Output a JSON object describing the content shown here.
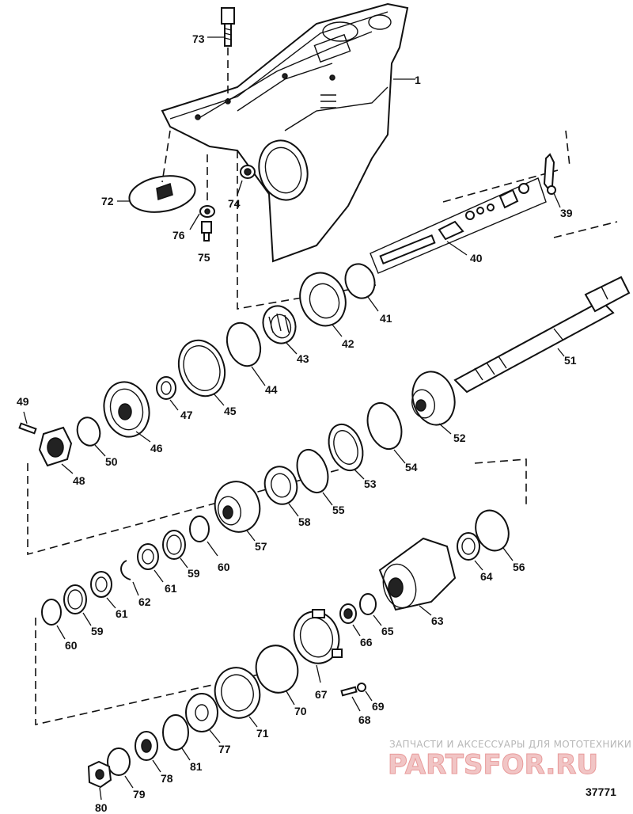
{
  "callouts": {
    "c1": "1",
    "c73": "73",
    "c72": "72",
    "c74": "74",
    "c76": "76",
    "c75": "75",
    "c39": "39",
    "c40": "40",
    "c41": "41",
    "c42": "42",
    "c43": "43",
    "c44": "44",
    "c45": "45",
    "c47": "47",
    "c46": "46",
    "c49": "49",
    "c50": "50",
    "c48": "48",
    "c51": "51",
    "c52": "52",
    "c53": "53",
    "c54": "54",
    "c55": "55",
    "c58": "58",
    "c57": "57",
    "c60a": "60",
    "c59a": "59",
    "c61a": "61",
    "c62": "62",
    "c60b": "60",
    "c59b": "59",
    "c61b": "61",
    "c56": "56",
    "c64": "64",
    "c63": "63",
    "c66": "66",
    "c65": "65",
    "c67": "67",
    "c69": "69",
    "c68": "68",
    "c70": "70",
    "c71": "71",
    "c77": "77",
    "c81": "81",
    "c78": "78",
    "c79": "79",
    "c80": "80"
  },
  "watermark": {
    "tagline": "ЗАПЧАСТИ И АКСЕССУАРЫ ДЛЯ МОТОТЕХНИКИ",
    "logo": "PARTSFOR.RU"
  },
  "drawing_number": "37771"
}
